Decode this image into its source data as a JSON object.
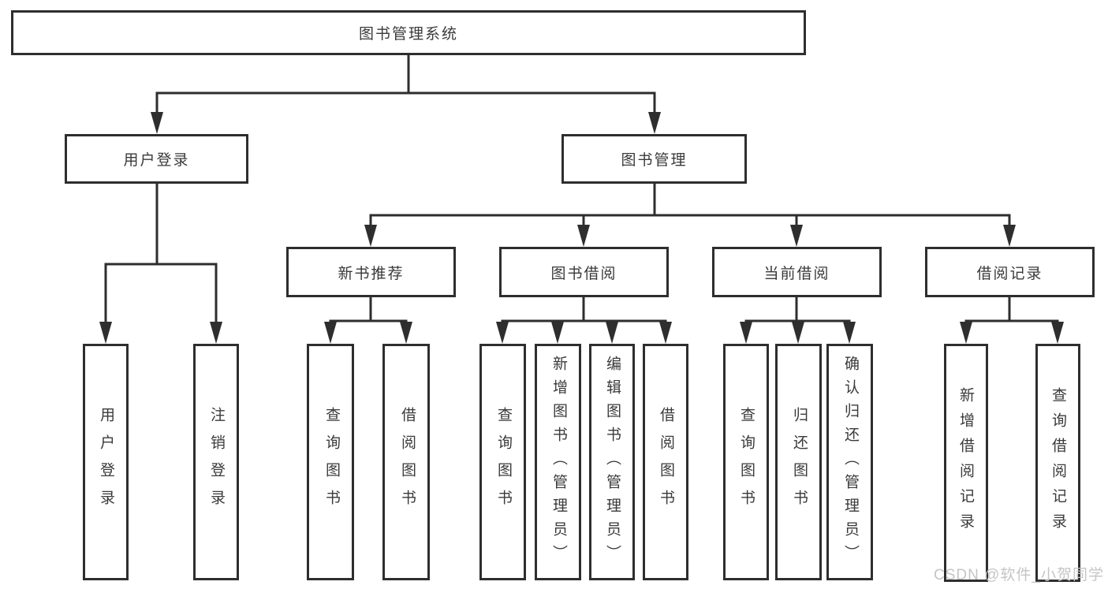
{
  "diagram_title": "图书管理系统",
  "colors": {
    "line": "#2e2e2e",
    "text": "#3a3a3a",
    "watermark": "#c5c5c5"
  },
  "tree": {
    "label": "图书管理系统",
    "children": [
      {
        "label": "用户登录",
        "children": [
          {
            "label": "用户登录"
          },
          {
            "label": "注销登录"
          }
        ]
      },
      {
        "label": "图书管理",
        "children": [
          {
            "label": "新书推荐",
            "children": [
              {
                "label": "查询图书"
              },
              {
                "label": "借阅图书"
              }
            ]
          },
          {
            "label": "图书借阅",
            "children": [
              {
                "label": "查询图书"
              },
              {
                "label": "新增图书（管理员）"
              },
              {
                "label": "编辑图书（管理员）"
              },
              {
                "label": "借阅图书"
              }
            ]
          },
          {
            "label": "当前借阅",
            "children": [
              {
                "label": "查询图书"
              },
              {
                "label": "归还图书"
              },
              {
                "label": "确认归还（管理员）"
              }
            ]
          },
          {
            "label": "借阅记录",
            "children": [
              {
                "label": "新增借阅记录"
              },
              {
                "label": "查询借阅记录"
              }
            ]
          }
        ]
      }
    ]
  },
  "watermark": "CSDN @软件_小贺同学"
}
